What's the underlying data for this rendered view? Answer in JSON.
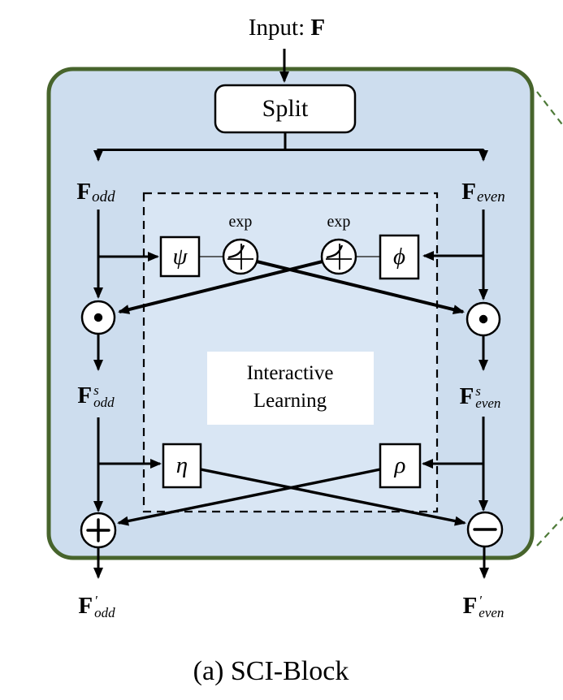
{
  "figure": {
    "input_prefix": "Input: ",
    "input_symbol": "F",
    "split": "Split",
    "exp": "exp",
    "psi": "ψ",
    "phi": "ϕ",
    "eta": "η",
    "rho": "ρ",
    "interactive_line1": "Interactive",
    "interactive_line2": "Learning",
    "caption": "(a) SCI-Block",
    "labels": {
      "f_odd": {
        "base": "F",
        "sub": "odd"
      },
      "f_even": {
        "base": "F",
        "sub": "even"
      },
      "fs_odd": {
        "base": "F",
        "sup": "s",
        "sub": "odd"
      },
      "fs_even": {
        "base": "F",
        "sup": "s",
        "sub": "even"
      },
      "fp_odd": {
        "base": "F",
        "sup": "′",
        "sub": "odd"
      },
      "fp_even": {
        "base": "F",
        "sup": "′",
        "sub": "even"
      }
    }
  },
  "colors": {
    "box_fill": "#cdddee",
    "box_border": "#47642c",
    "inner_fill": "#d9e6f4",
    "node_fill": "#ffffff",
    "line_black": "#000000",
    "callout_green": "#4e7a38"
  }
}
